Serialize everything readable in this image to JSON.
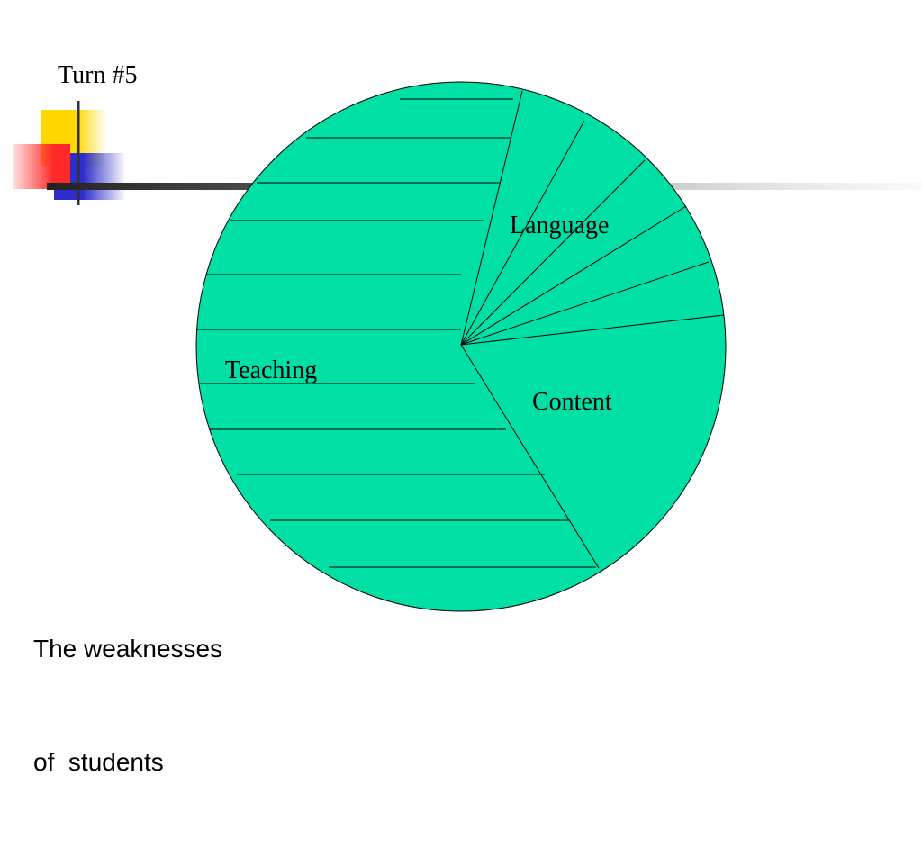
{
  "slide": {
    "turn_label": "Turn #5",
    "caption_line1": "The weaknesses",
    "caption_line2": "of  students"
  },
  "pie": {
    "fill_color": "#00e0a4",
    "line_color": "#000000",
    "segments": [
      {
        "label": "Teaching"
      },
      {
        "label": "Language"
      },
      {
        "label": "Content"
      }
    ]
  },
  "decor": {
    "yellow": "#ffd700",
    "red": "#ff3b3b",
    "blue": "#2e2ecc",
    "rule_dark": "#333333",
    "rule_light": "#e8e8e8"
  }
}
